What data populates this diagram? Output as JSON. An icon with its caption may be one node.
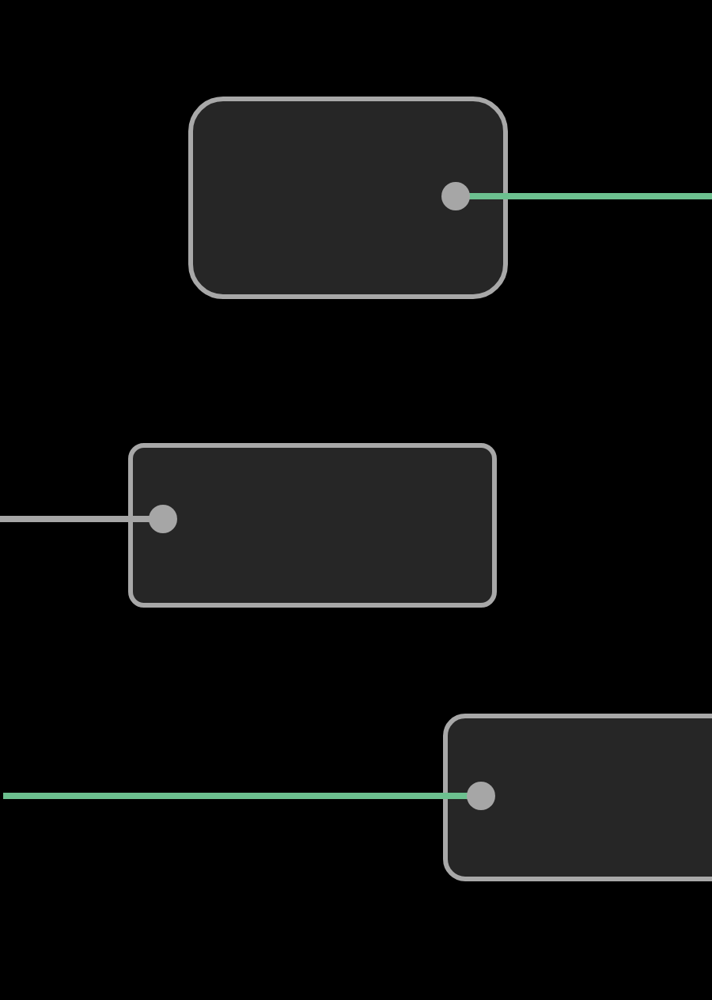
{
  "diagram": {
    "nodes": [
      {
        "text": [],
        "shape": "box"
      },
      {
        "text": [],
        "shape": "box"
      },
      {
        "text": [],
        "shape": "box"
      }
    ],
    "edges": [
      {
        "from": 0,
        "to": null,
        "arrow": "other"
      },
      {
        "from": null,
        "to": 1,
        "arrow": "other",
        "color": "#a6a6a6"
      },
      {
        "from": null,
        "to": 2,
        "arrow": "other"
      }
    ]
  }
}
